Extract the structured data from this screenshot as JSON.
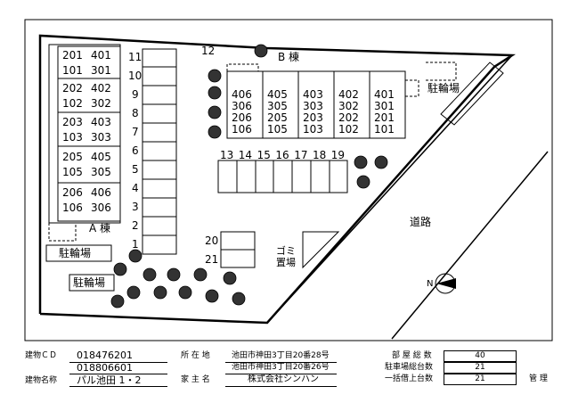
{
  "map": {
    "building_a_label": "A 棟",
    "building_b_label": "B 棟",
    "road_label": "道路",
    "bicycle_labels": [
      "駐輪場",
      "駐輪場",
      "駐輪場"
    ],
    "garbage_label": "ゴミ置場",
    "north_label": "N",
    "a_units": [
      [
        "201",
        "401"
      ],
      [
        "101",
        "301"
      ],
      [
        "202",
        "402"
      ],
      [
        "102",
        "302"
      ],
      [
        "203",
        "403"
      ],
      [
        "103",
        "303"
      ],
      [
        "205",
        "405"
      ],
      [
        "105",
        "305"
      ],
      [
        "206",
        "406"
      ],
      [
        "106",
        "306"
      ]
    ],
    "b_units": [
      [
        "406",
        "306",
        "206",
        "106"
      ],
      [
        "405",
        "305",
        "205",
        "105"
      ],
      [
        "403",
        "303",
        "203",
        "103"
      ],
      [
        "402",
        "302",
        "202",
        "102"
      ],
      [
        "401",
        "301",
        "201",
        "101"
      ]
    ],
    "parking_vertical": [
      "11",
      "10",
      "9",
      "8",
      "7",
      "6",
      "5",
      "4",
      "3",
      "2",
      "1"
    ],
    "parking_row": [
      "13",
      "14",
      "15",
      "16",
      "17",
      "18",
      "19"
    ],
    "parking_extra": [
      "12",
      "20",
      "21"
    ]
  },
  "footer": {
    "building_cd_label": "建物ＣＤ",
    "building_cd_1": "018476201",
    "building_cd_2": "018806601",
    "building_name_label": "建物名称",
    "building_name": "パル池田 1・2",
    "location_label": "所 在 地",
    "location_1": "池田市神田3丁目20番28号",
    "location_2": "池田市神田3丁目20番26号",
    "owner_label": "家 主 名",
    "owner": "株式会社シンハン",
    "rooms_label": "部 屋 総 数",
    "rooms": "40",
    "parking_label": "駐車場総台数",
    "parking": "21",
    "lump_label": "一括借上台数",
    "lump": "21",
    "management_label": "管 理"
  }
}
